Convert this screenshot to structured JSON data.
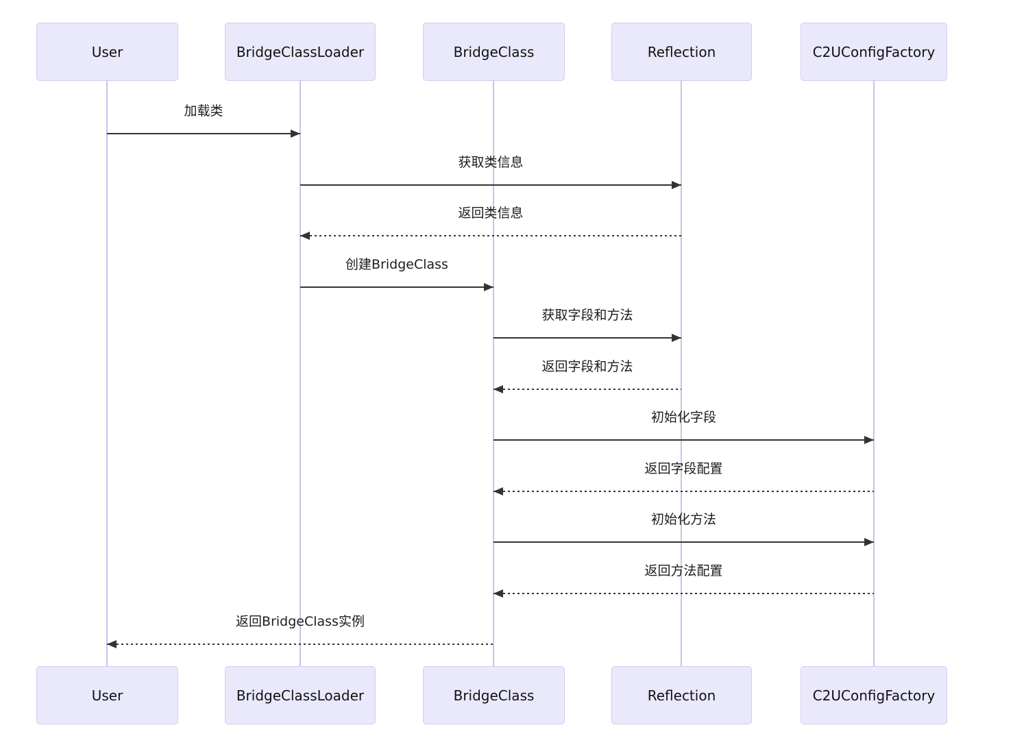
{
  "diagram": {
    "type": "sequence-diagram",
    "participants": [
      {
        "id": "user",
        "label": "User"
      },
      {
        "id": "bridge-class-loader",
        "label": "BridgeClassLoader"
      },
      {
        "id": "bridge-class",
        "label": "BridgeClass"
      },
      {
        "id": "reflection",
        "label": "Reflection"
      },
      {
        "id": "c2u-config-factory",
        "label": "C2UConfigFactory"
      }
    ],
    "messages": [
      {
        "from": "User",
        "to": "BridgeClassLoader",
        "label": "加载类",
        "line": "solid",
        "direction": "right"
      },
      {
        "from": "BridgeClassLoader",
        "to": "Reflection",
        "label": "获取类信息",
        "line": "solid",
        "direction": "right"
      },
      {
        "from": "Reflection",
        "to": "BridgeClassLoader",
        "label": "返回类信息",
        "line": "dashed",
        "direction": "left"
      },
      {
        "from": "BridgeClassLoader",
        "to": "BridgeClass",
        "label": "创建BridgeClass",
        "line": "solid",
        "direction": "right"
      },
      {
        "from": "BridgeClass",
        "to": "Reflection",
        "label": "获取字段和方法",
        "line": "solid",
        "direction": "right"
      },
      {
        "from": "Reflection",
        "to": "BridgeClass",
        "label": "返回字段和方法",
        "line": "dashed",
        "direction": "left"
      },
      {
        "from": "BridgeClass",
        "to": "C2UConfigFactory",
        "label": "初始化字段",
        "line": "solid",
        "direction": "right"
      },
      {
        "from": "C2UConfigFactory",
        "to": "BridgeClass",
        "label": "返回字段配置",
        "line": "dashed",
        "direction": "left"
      },
      {
        "from": "BridgeClass",
        "to": "C2UConfigFactory",
        "label": "初始化方法",
        "line": "solid",
        "direction": "right"
      },
      {
        "from": "C2UConfigFactory",
        "to": "BridgeClass",
        "label": "返回方法配置",
        "line": "dashed",
        "direction": "left"
      },
      {
        "from": "BridgeClass",
        "to": "User",
        "label": "返回BridgeClass实例",
        "line": "dashed",
        "direction": "left"
      }
    ],
    "colors": {
      "actor_fill": "#E9E9FB",
      "actor_border": "#D2CCEF",
      "lifeline": "#C9C3EA",
      "message_line": "#333333",
      "text": "#1C1C1C",
      "background": "#FFFFFF"
    }
  }
}
